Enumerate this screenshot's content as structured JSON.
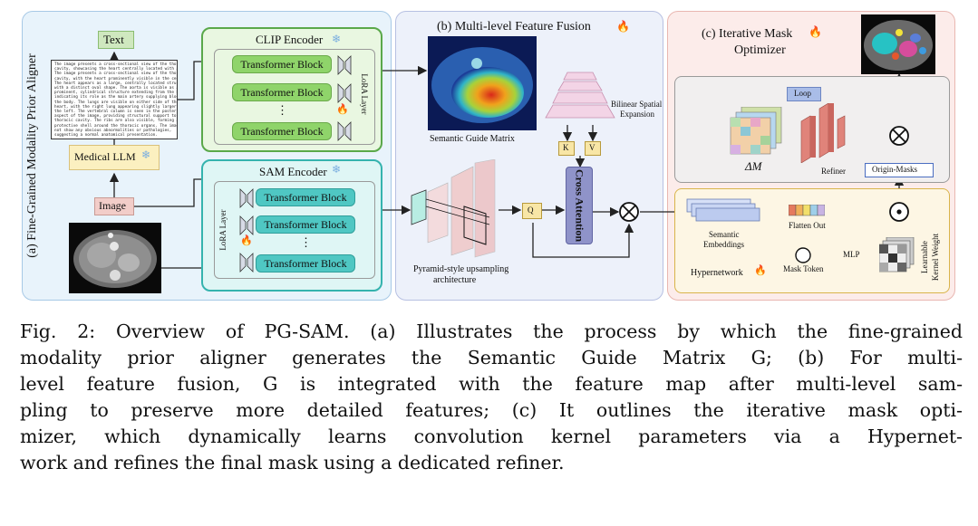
{
  "panel_a": {
    "title": "(a) Fine-Grained Modality Prior Aligner",
    "text_label": "Text",
    "medical_llm": "Medical LLM",
    "image_label": "Image",
    "report_lines": [
      "The image presents a cross-sectional view of the thoracic",
      "cavity, showcasing the heart centrally located with a",
      "The image presents a cross-sectional view of the thoracic",
      "cavity, with the heart prominently visible in the center.",
      "The heart appears as a large, centrally located structure",
      "with a distinct oval shape. The aorta is visible as a",
      "prominent, cylindrical structure extending from the heart,",
      "indicating its role as the main artery supplying blood to",
      "the body. The lungs are visible on either side of the",
      "heart, with the right lung appearing slightly larger than",
      "the left. The vertebral column is seen in the posterior",
      "aspect of the image, providing structural support to the",
      "thoracic cavity. The ribs are also visible, forming a",
      "protective shell around the thoracic organs. The image does",
      "not show any obvious abnormalities or pathologies,",
      "suggesting a normal anatomical presentation."
    ],
    "clip_encoder": "CLIP Encoder",
    "sam_encoder": "SAM Encoder",
    "transformer_block": "Transformer Block",
    "lora_layer": "LoRA Layer",
    "dots": "⋮"
  },
  "panel_b": {
    "title": "(b)  Multi-level Feature Fusion",
    "semantic_guide_matrix": "Semantic Guide Matrix",
    "bilinear_line1": "Bilinear Spatial",
    "bilinear_line2": "Expansion",
    "k": "K",
    "v": "V",
    "q": "Q",
    "cross_attention": "Cross Attention",
    "pyramid_line1": "Pyramid-style upsampling",
    "pyramid_line2": "architecture"
  },
  "panel_c": {
    "title_line1": "(c) Iterative Mask",
    "title_line2": "Optimizer",
    "loop": "Loop",
    "delta_m": "ΔM",
    "refiner": "Refiner",
    "origin_masks": "Origin-Masks",
    "semantic_line1": "Semantic",
    "semantic_line2": "Embeddings",
    "flatten_out": "Flatten Out",
    "hypernetwork": "Hypernetwork",
    "mask_token": "Mask Token",
    "mlp": "MLP",
    "learnable_line1": "Learnable",
    "learnable_line2": "Kernel Weight"
  },
  "icons": {
    "fire": "🔥",
    "snowflake": "❄"
  },
  "colors": {
    "panel_a_bg": "#e8f3fb",
    "panel_b_bg": "#edf1fa",
    "panel_c_bg": "#fcecea",
    "clip_box": "#e9f7e1",
    "sam_box": "#dff6f5",
    "text_box": "#cfe8bf",
    "llm_box": "#fbf0c0",
    "image_box": "#f2cdc9",
    "kv_box": "#f8e6a6",
    "cross_attention": "#8f93c9",
    "loop_box": "#a9bde8",
    "hypernetwork_box": "#fdf6e4"
  },
  "caption": {
    "lines": [
      "Fig. 2: Overview of PG-SAM. (a) Illustrates the process by which the fine-grained",
      "modality prior aligner generates the Semantic Guide Matrix G; (b) For multi-",
      "level feature fusion, G is integrated with the feature map after multi-level sam-",
      "pling to preserve more detailed features; (c) It outlines the iterative mask opti-",
      "mizer, which dynamically learns convolution kernel parameters via a Hypernet-",
      "work and refines the final mask using a dedicated refiner."
    ]
  }
}
